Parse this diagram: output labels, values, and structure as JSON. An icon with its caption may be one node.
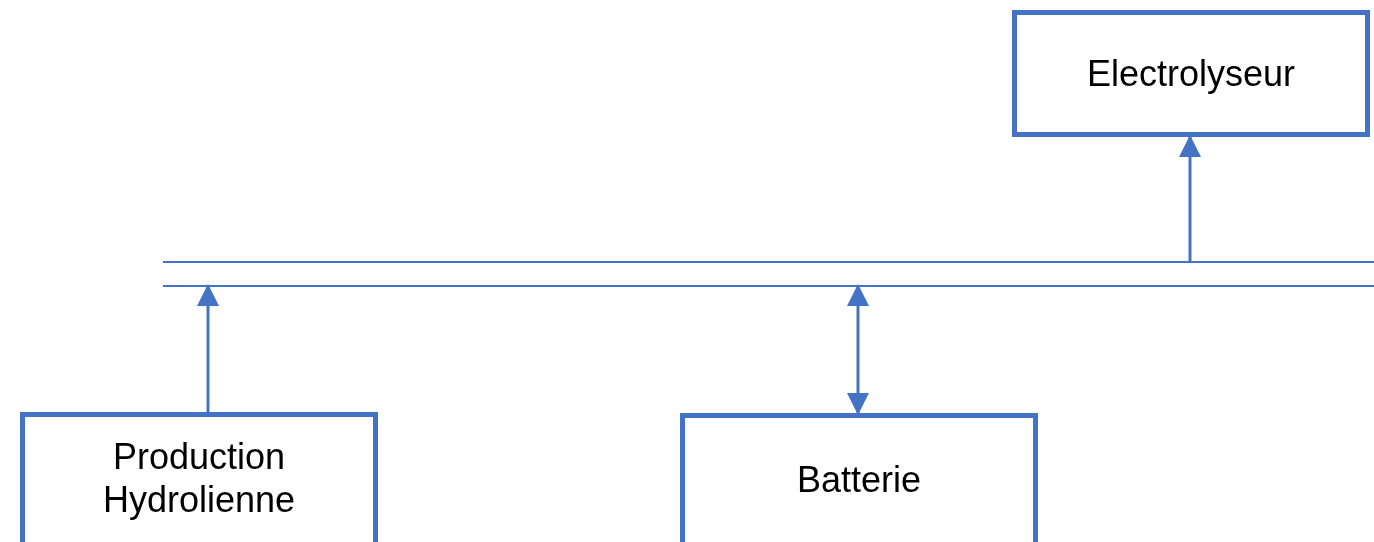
{
  "diagram": {
    "nodes": [
      {
        "text": [
          "Electrolyseur"
        ]
      },
      {
        "text": [],
        "shape": "bar"
      },
      {
        "text": [
          "Production Hydrolienne"
        ]
      },
      {
        "text": [
          "Batterie"
        ]
      }
    ],
    "edges": [
      {
        "from": 1,
        "to": 0,
        "arrow": "to"
      },
      {
        "from": 2,
        "to": 1,
        "arrow": "to"
      },
      {
        "from": 3,
        "to": 1,
        "arrow": "both"
      }
    ]
  }
}
